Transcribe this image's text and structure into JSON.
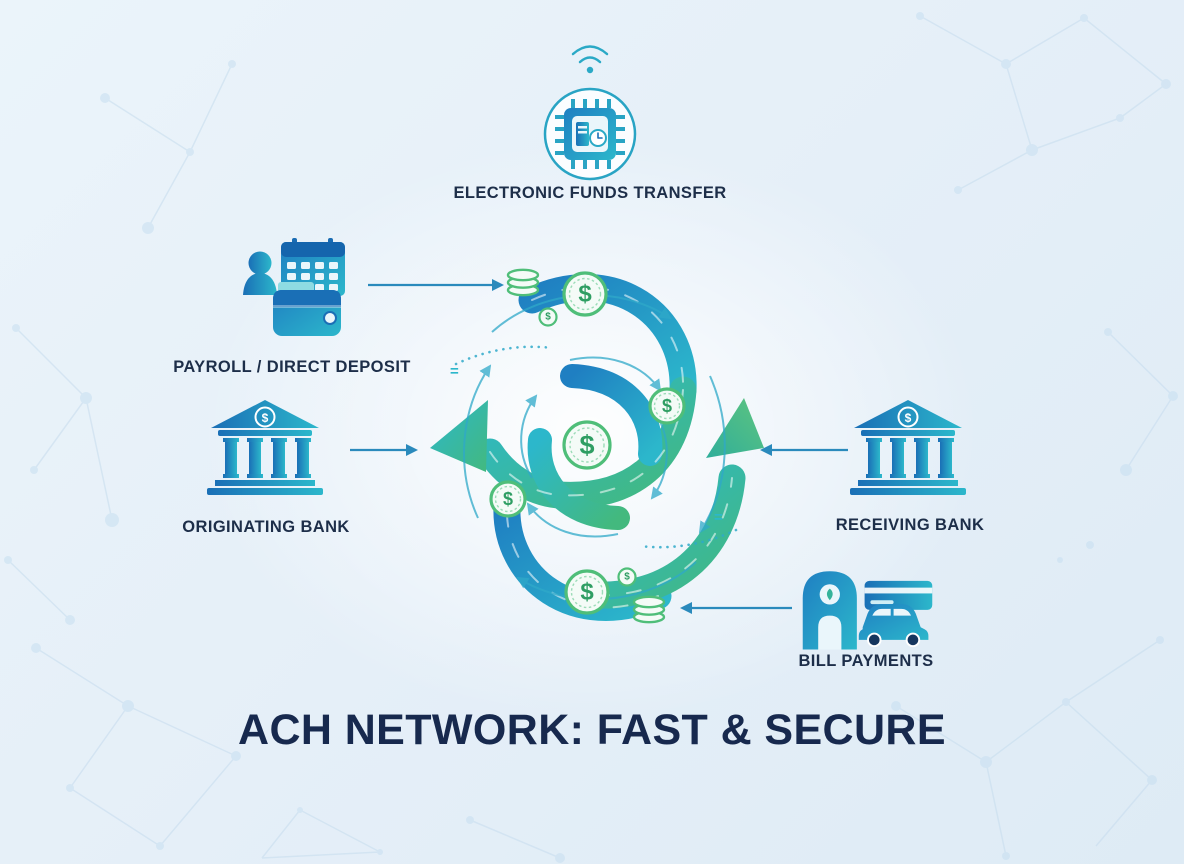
{
  "title": {
    "text": "ACH NETWORK: FAST & SECURE"
  },
  "nodes": {
    "eft": {
      "label": "ELECTRONIC FUNDS TRANSFER"
    },
    "payroll": {
      "label": "PAYROLL / DIRECT DEPOSIT"
    },
    "originating_bank": {
      "label": "ORIGINATING BANK",
      "symbol": "$"
    },
    "receiving_bank": {
      "label": "RECEIVING BANK",
      "symbol": "$"
    },
    "bill_payments": {
      "label": "BILL PAYMENTS"
    }
  },
  "center_flow": {
    "coin_symbol": "$",
    "equals_glyph": "="
  },
  "colors": {
    "background": "#e8f1f8",
    "primary_blue": "#1a6fb6",
    "teal": "#2cb7cb",
    "green": "#43b97e",
    "text_dark": "#1d2e49"
  }
}
